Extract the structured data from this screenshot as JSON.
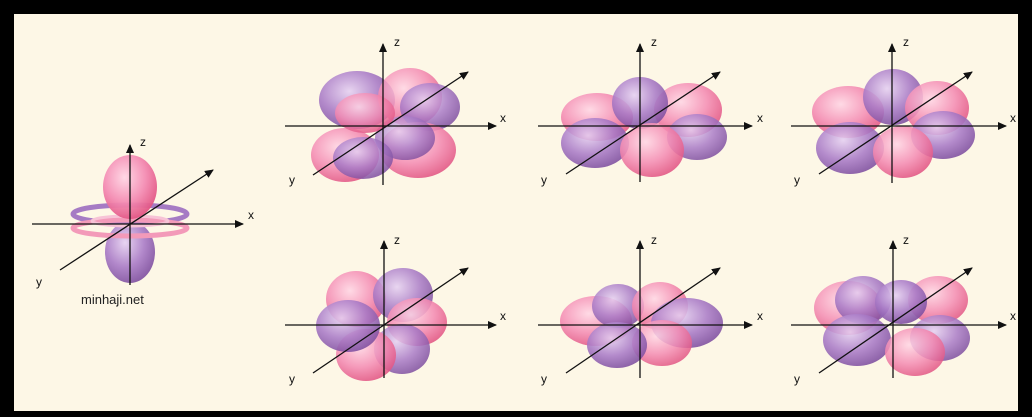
{
  "watermark": "minhaji.net",
  "axis_labels": {
    "x": "x",
    "y": "y",
    "z": "z"
  },
  "colors": {
    "background": "#fdf7e6",
    "pink_lobe": "#f27aa5",
    "purple_lobe": "#9a64b8",
    "frame": "#000000"
  },
  "orbitals": [
    {
      "id": "dz2-torus",
      "variant": "torus"
    },
    {
      "id": "orbital-top-1",
      "variant": "clover-a"
    },
    {
      "id": "orbital-top-2",
      "variant": "clover-b"
    },
    {
      "id": "orbital-top-3",
      "variant": "clover-c"
    },
    {
      "id": "orbital-bottom-1",
      "variant": "clover-d"
    },
    {
      "id": "orbital-bottom-2",
      "variant": "clover-e"
    },
    {
      "id": "orbital-bottom-3",
      "variant": "clover-f"
    }
  ]
}
